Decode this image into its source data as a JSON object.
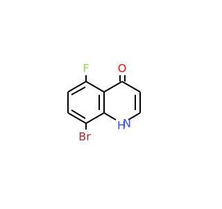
{
  "molecule": {
    "name": "",
    "atoms": {
      "fluorine": {
        "symbol": "F",
        "color": "#90E050"
      },
      "oxygen": {
        "symbol": "O",
        "color": "#FF0D0D"
      },
      "nitrogen": {
        "symbol": "N",
        "color": "#3050F8"
      },
      "hydrogen": {
        "symbol": "H",
        "color": "#3050F8"
      },
      "bromine": {
        "symbol": "Br",
        "color": "#A62929"
      }
    }
  }
}
